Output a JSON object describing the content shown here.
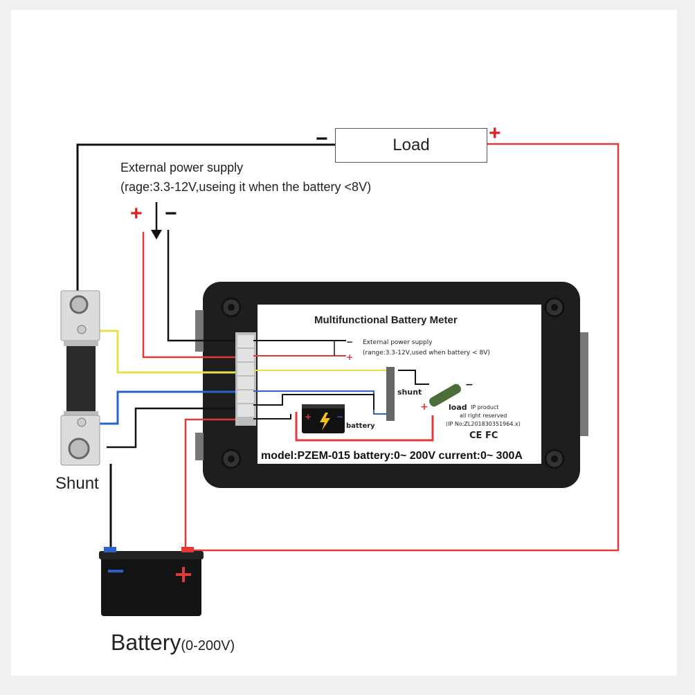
{
  "load_label": "Load",
  "plus_sign": "+",
  "minus_sign": "−",
  "ext_supply": {
    "line1": "External power supply",
    "line2": "(rage:3.3-12V,useing it when the battery <8V)"
  },
  "shunt_label": "Shunt",
  "battery_label": "Battery",
  "battery_range": "(0-200V)",
  "meter": {
    "title": "Multifunctional Battery Meter",
    "ext_line1": "External power supply",
    "ext_line2": "(range:3.3-12V,used when battery < 8V)",
    "shunt": "shunt",
    "load": "load",
    "battery": "battery",
    "ip_line1": "IP product",
    "ip_line2": "all right reserved",
    "ip_line3": "(IP No:ZL201830351964.x)",
    "certs": "CE FC",
    "model": "model:PZEM-015 battery:0~ 200V current:0~ 300A"
  },
  "colors": {
    "red_wire": "#e03a3a",
    "black_wire": "#111111",
    "yellow_wire": "#e8e04a",
    "blue_wire": "#2a62c8"
  }
}
